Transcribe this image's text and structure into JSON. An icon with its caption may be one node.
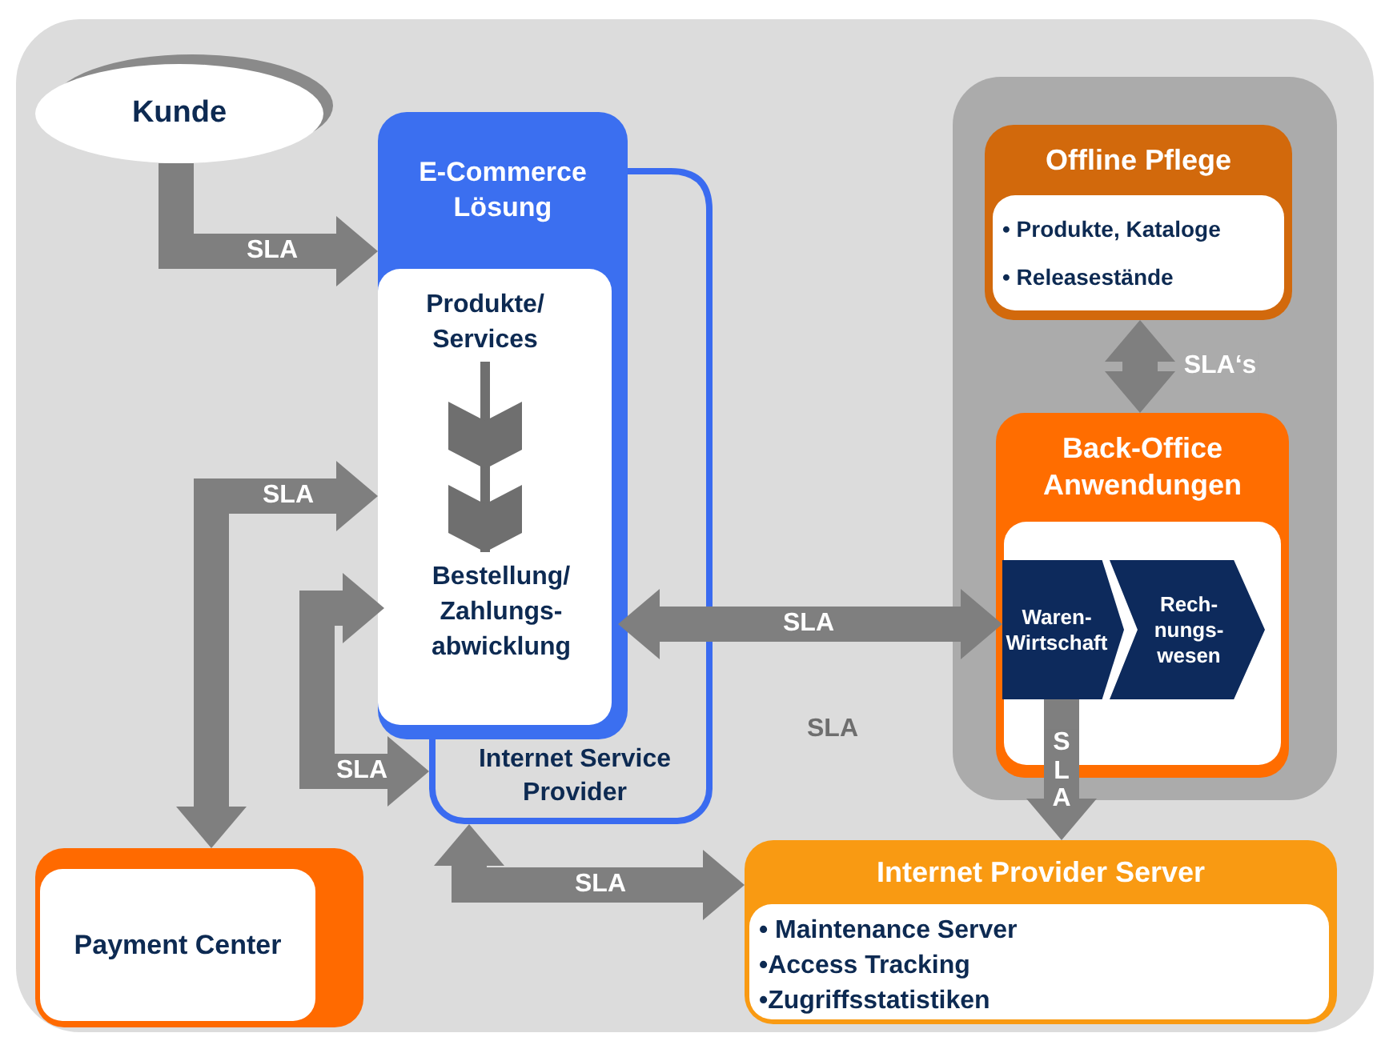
{
  "diagram": {
    "nodes": [
      {
        "text": [
          "Kunde"
        ]
      },
      {
        "text": [
          "Internet Service Provider"
        ]
      },
      {
        "text": [
          "E-Commerce Lösung"
        ]
      },
      {
        "text": [
          "Produkte/ Services"
        ],
        "in": 2
      },
      {
        "text": [
          "Bestellung/ Zahlungs- abwicklung"
        ],
        "in": 2
      },
      {
        "text": [],
        "shape": "box"
      },
      {
        "text": [
          "Offline Pflege",
          "• Produkte, Kataloge",
          "• Releasestände"
        ],
        "in": 5
      },
      {
        "text": [
          "Back-Office Anwendungen"
        ],
        "in": 5
      },
      {
        "text": [
          "Waren- Wirtschaft"
        ],
        "in": 7
      },
      {
        "text": [
          "Rech- nungs- wesen"
        ],
        "in": 7
      },
      {
        "text": [
          "Payment Center"
        ]
      },
      {
        "text": [
          "Internet Provider Server",
          "• Maintenance Server",
          "•Access Tracking",
          "•Zugriffsstatistiken"
        ]
      }
    ],
    "edges": [
      {
        "from": 0,
        "to": 2,
        "label": "SLA",
        "arrow": "to"
      },
      {
        "from": 10,
        "to": 2,
        "label": "SLA",
        "arrow": "both"
      },
      {
        "from": 4,
        "to": 1,
        "label": "SLA",
        "arrow": "both"
      },
      {
        "from": 4,
        "to": 8,
        "label": "SLA",
        "arrow": "both"
      },
      {
        "from": 1,
        "to": 11,
        "label": "SLA",
        "arrow": "both"
      },
      {
        "from": 6,
        "to": 7,
        "label": "SLA‘s",
        "arrow": "both"
      },
      {
        "from": 8,
        "to": 11,
        "label": "SLA",
        "arrow": "to"
      },
      {
        "from": 3,
        "to": 4,
        "arrow": "to"
      }
    ],
    "labels": [
      "SLA"
    ]
  }
}
